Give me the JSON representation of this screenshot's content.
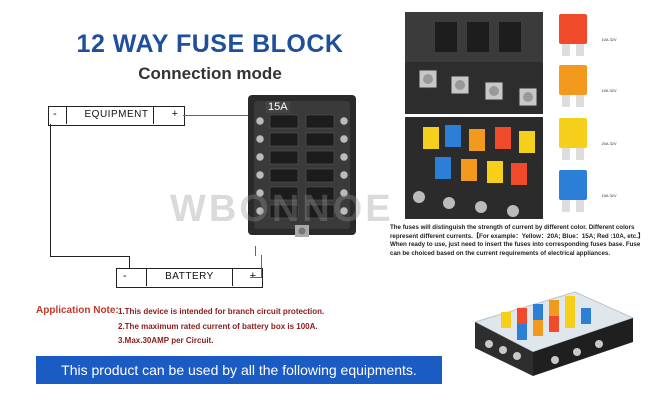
{
  "header": {
    "title": "12 WAY FUSE BLOCK",
    "subtitle": "Connection mode"
  },
  "diagram": {
    "equipment": {
      "label": "EQUIPMENT",
      "minus": "-",
      "plus": "+"
    },
    "battery": {
      "label": "BATTERY",
      "minus": "-",
      "plus": "+"
    },
    "fuse_rating": "15A"
  },
  "watermark": "WBONNOE",
  "application": {
    "label": "Application Note:",
    "notes": [
      "1.This device is intended for branch circuit protection.",
      "2.The maximum rated current of battery box is 100A.",
      "3.Max.30AMP per Circuit."
    ]
  },
  "banner": "This product can be used by all the following equipments.",
  "description": "The fuses will distinguish the strength of current by different color. Different colors represent different currents.【For example：Yellow：20A; Blue：15A; Red :10A, etc.】When ready to use, just need to insert the fuses into corresponding fuses base. Fuse can be choiced based on the current requirements of electrical appliances.",
  "fuses": [
    {
      "color": "#f04a2a",
      "label": "10A 32V"
    },
    {
      "color": "#f39a1e",
      "label": "15A 32V"
    },
    {
      "color": "#f5cf1a",
      "label": "20A 32V"
    },
    {
      "color": "#2b7fd6",
      "label": "15A 32V"
    }
  ]
}
